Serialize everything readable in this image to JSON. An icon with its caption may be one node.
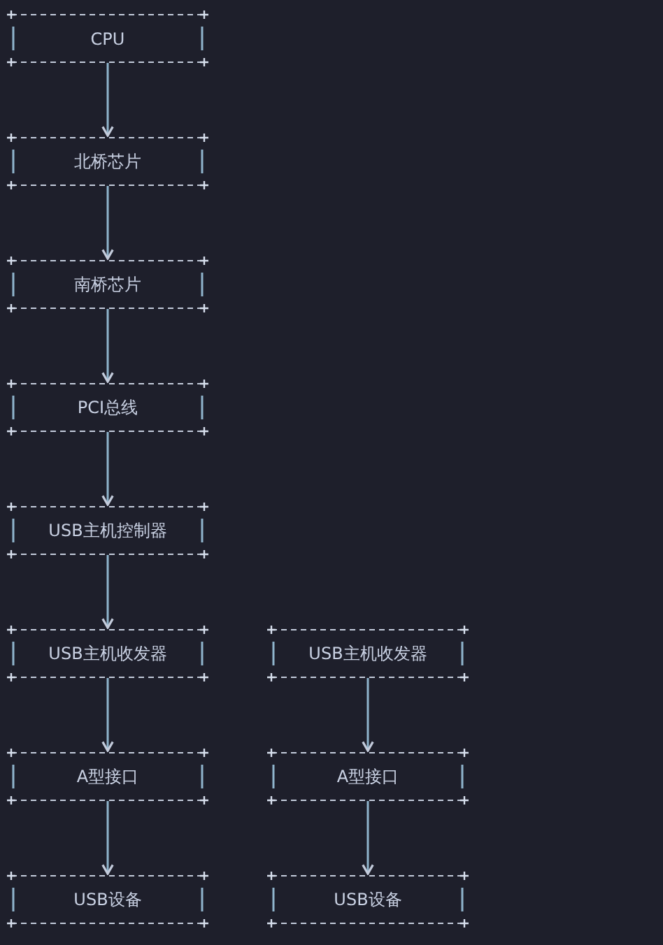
{
  "diagram": {
    "nodes": [
      {
        "text": [
          "CPU"
        ]
      },
      {
        "text": [
          "北桥芯片"
        ]
      },
      {
        "text": [
          "南桥芯片"
        ]
      },
      {
        "text": [
          "PCI总线"
        ]
      },
      {
        "text": [
          "USB主机控制器"
        ]
      },
      {
        "text": [
          "USB主机收发器"
        ]
      },
      {
        "text": [
          "USB主机收发器"
        ]
      },
      {
        "text": [
          "A型接口"
        ]
      },
      {
        "text": [
          "A型接口"
        ]
      },
      {
        "text": [
          "USB设备"
        ]
      },
      {
        "text": [
          "USB设备"
        ]
      }
    ],
    "edges": [
      {
        "from": 0,
        "to": 1,
        "arrow": "to"
      },
      {
        "from": 1,
        "to": 2,
        "arrow": "to"
      },
      {
        "from": 2,
        "to": 3,
        "arrow": "to"
      },
      {
        "from": 3,
        "to": 4,
        "arrow": "to"
      },
      {
        "from": 4,
        "to": 5,
        "arrow": "to"
      },
      {
        "from": 5,
        "to": 7,
        "arrow": "to"
      },
      {
        "from": 7,
        "to": 9,
        "arrow": "to"
      },
      {
        "from": 6,
        "to": 8,
        "arrow": "to"
      },
      {
        "from": 8,
        "to": 10,
        "arrow": "to"
      }
    ]
  }
}
